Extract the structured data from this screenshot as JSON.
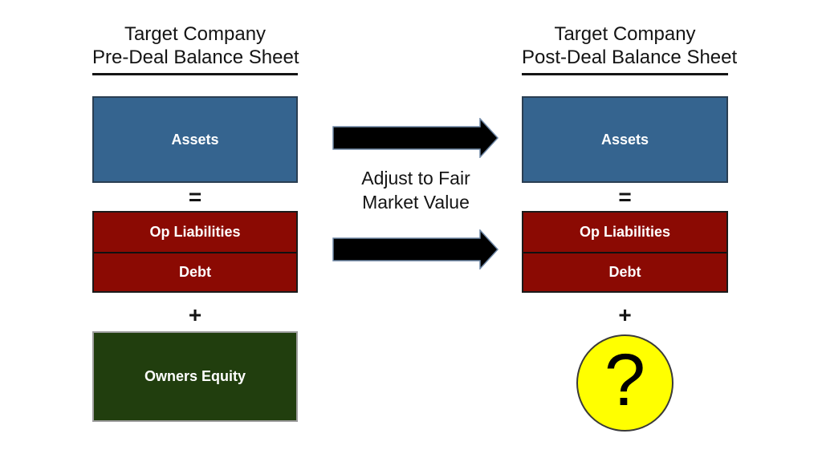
{
  "left_panel": {
    "title_line1": "Target Company",
    "title_line2": "Pre-Deal Balance Sheet",
    "assets_label": "Assets",
    "equals_symbol": "=",
    "op_liabilities_label": "Op Liabilities",
    "debt_label": "Debt",
    "plus_symbol": "+",
    "owners_equity_label": "Owners Equity"
  },
  "middle": {
    "annotation_line1": "Adjust to Fair",
    "annotation_line2": "Market Value"
  },
  "right_panel": {
    "title_line1": "Target Company",
    "title_line2": "Post-Deal Balance Sheet",
    "assets_label": "Assets",
    "equals_symbol": "=",
    "op_liabilities_label": "Op Liabilities",
    "debt_label": "Debt",
    "plus_symbol": "+",
    "unknown_symbol": "?"
  },
  "colors": {
    "assets_fill": "#35648F",
    "liabilities_fill": "#8B0A03",
    "equity_fill": "#213E0E",
    "unknown_fill": "#FFFF00",
    "arrow_fill": "#000000",
    "arrow_outline": "#6E87A6",
    "text_on_dark": "#FFFFFF",
    "text_dark": "#141414"
  }
}
